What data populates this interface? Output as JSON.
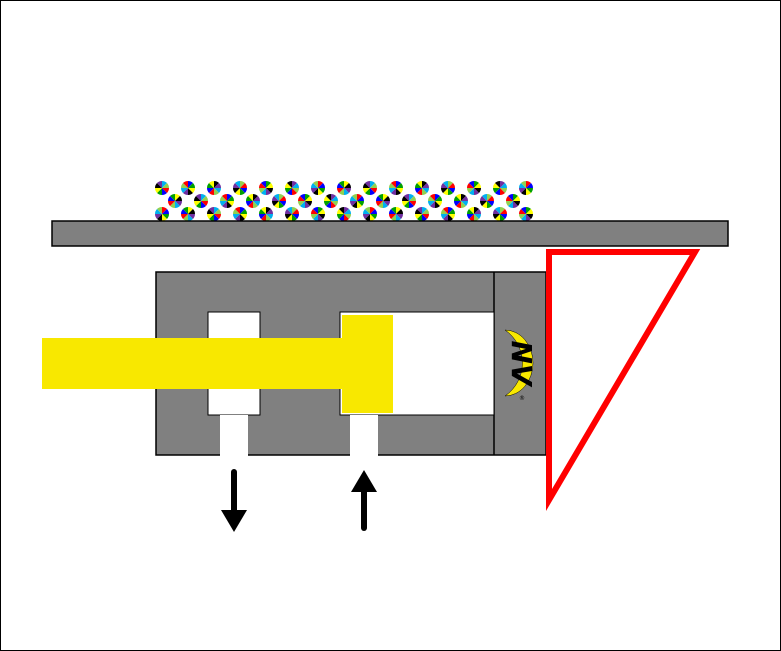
{
  "logo": {
    "text": "NV",
    "mark": "®"
  },
  "colors": {
    "gray": "#808080",
    "yellow": "#f8e800",
    "red": "#ff0000",
    "black": "#000000",
    "white": "#ffffff"
  },
  "particles": {
    "rows": 3,
    "row_counts": [
      15,
      14,
      15
    ],
    "palette": [
      "#ff0000",
      "#0000ff",
      "#00a000",
      "#ffff00",
      "#000000",
      "#7030a0",
      "#00b0f0",
      "#92d050"
    ]
  }
}
